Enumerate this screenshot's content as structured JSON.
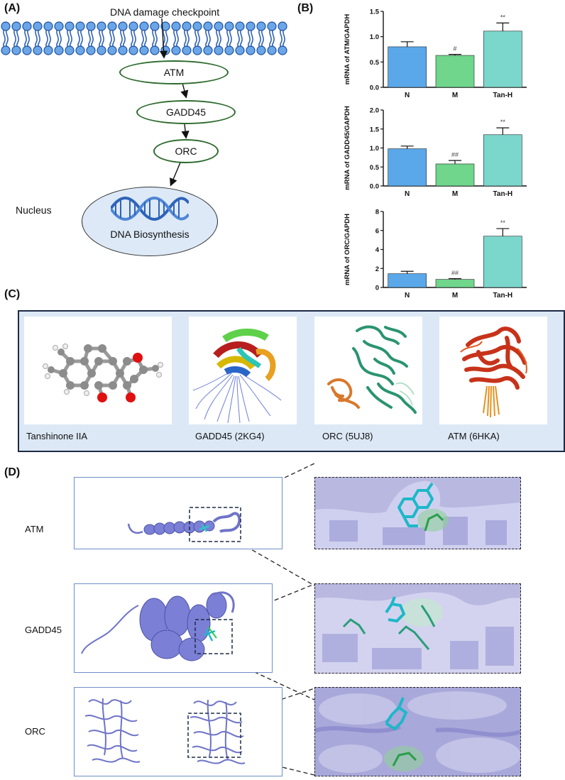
{
  "panels": {
    "a": "(A)",
    "b": "(B)",
    "c": "(C)",
    "d": "(D)"
  },
  "pathway": {
    "checkpoint": "DNA damage checkpoint",
    "atm": "ATM",
    "gadd45": "GADD45",
    "orc": "ORC",
    "nucleus": "Nucleus",
    "biosynthesis": "DNA Biosynthesis"
  },
  "chart_data": [
    {
      "type": "bar",
      "ylabel": "mRNA of ATM/GAPDH",
      "categories": [
        "N",
        "M",
        "Tan-H"
      ],
      "values": [
        0.8,
        0.63,
        1.11
      ],
      "errors": [
        0.1,
        0.02,
        0.16
      ],
      "annotations": [
        "",
        "#",
        "**"
      ],
      "ylim": [
        0,
        1.5
      ],
      "yticks": [
        "0.0",
        "0.5",
        "1.0",
        "1.5"
      ],
      "colors": [
        "#5aa8ea",
        "#6fd68c",
        "#7bd6cc"
      ]
    },
    {
      "type": "bar",
      "ylabel": "mRNA of GADD45/GAPDH",
      "categories": [
        "N",
        "M",
        "Tan-H"
      ],
      "values": [
        0.98,
        0.58,
        1.35
      ],
      "errors": [
        0.07,
        0.09,
        0.18
      ],
      "annotations": [
        "",
        "##",
        "**"
      ],
      "ylim": [
        0,
        2.0
      ],
      "yticks": [
        "0.0",
        "0.5",
        "1.0",
        "1.5",
        "2.0"
      ],
      "colors": [
        "#5aa8ea",
        "#6fd68c",
        "#7bd6cc"
      ]
    },
    {
      "type": "bar",
      "ylabel": "mRNA of ORC/GAPDH",
      "categories": [
        "N",
        "M",
        "Tan-H"
      ],
      "values": [
        1.45,
        0.85,
        5.4
      ],
      "errors": [
        0.25,
        0.08,
        0.8
      ],
      "annotations": [
        "",
        "##",
        "**"
      ],
      "ylim": [
        0,
        8
      ],
      "yticks": [
        "0",
        "2",
        "4",
        "6",
        "8"
      ],
      "colors": [
        "#5aa8ea",
        "#6fd68c",
        "#7bd6cc"
      ]
    }
  ],
  "structures": [
    {
      "label": "Tanshinone IIA"
    },
    {
      "label": "GADD45 (2KG4)"
    },
    {
      "label": "ORC (5UJ8)"
    },
    {
      "label": "ATM (6HKA)"
    }
  ],
  "docking": [
    {
      "label": "ATM"
    },
    {
      "label": "GADD45"
    },
    {
      "label": "ORC"
    }
  ]
}
